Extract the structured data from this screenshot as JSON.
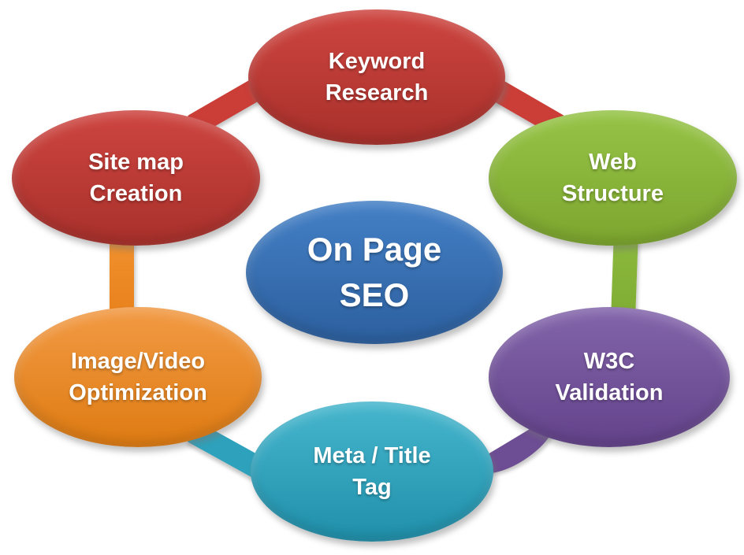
{
  "diagram": {
    "title": "On Page SEO",
    "center": {
      "id": "on-page-seo",
      "line1": "On Page",
      "line2": "SEO",
      "fill_top": "#4480C6",
      "fill_bottom": "#2C5F9E",
      "text_color": "#FFFFFF"
    },
    "nodes": [
      {
        "id": "keyword-research",
        "line1": "Keyword",
        "line2": "Research",
        "position": "top",
        "fill_top": "#CE4540",
        "fill_bottom": "#A8302B"
      },
      {
        "id": "web-structure",
        "line1": "Web",
        "line2": "Structure",
        "position": "top-right",
        "fill_top": "#96C447",
        "fill_bottom": "#7CA52E"
      },
      {
        "id": "w3c-validation",
        "line1": "W3C",
        "line2": "Validation",
        "position": "bottom-right",
        "fill_top": "#8365AB",
        "fill_bottom": "#63428A"
      },
      {
        "id": "meta-title-tag",
        "line1": "Meta / Title",
        "line2": "Tag",
        "position": "bottom",
        "fill_top": "#46B6CD",
        "fill_bottom": "#2090AB"
      },
      {
        "id": "image-video-optimization",
        "line1": "Image/Video",
        "line2": "Optimization",
        "position": "bottom-left",
        "fill_top": "#F29A44",
        "fill_bottom": "#DE7B12"
      },
      {
        "id": "site-map-creation",
        "line1": "Site map",
        "line2": "Creation",
        "position": "top-left",
        "fill_top": "#CE4540",
        "fill_bottom": "#A8302B"
      }
    ],
    "connectors": [
      {
        "id": "sitemap-to-keyword",
        "color": "#CB3D37"
      },
      {
        "id": "keyword-to-web",
        "color": "#CB3D37"
      },
      {
        "id": "web-to-w3c",
        "color": "#85B33A"
      },
      {
        "id": "w3c-to-meta",
        "color": "#6D4D94"
      },
      {
        "id": "meta-to-image",
        "color": "#2EA2BC"
      },
      {
        "id": "image-to-sitemap",
        "color": "#EF8A25"
      }
    ]
  }
}
